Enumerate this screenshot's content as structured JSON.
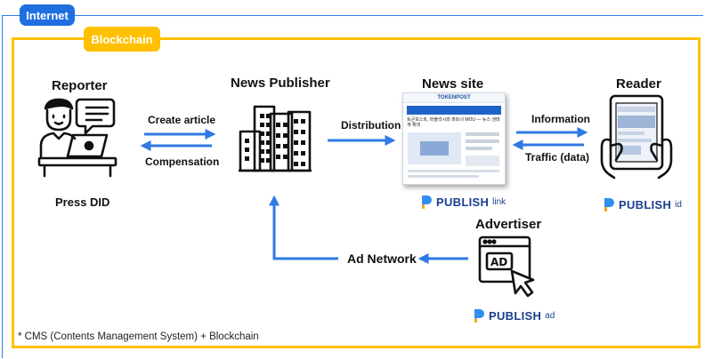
{
  "frames": {
    "internet": "Internet",
    "blockchain": "Blockchain"
  },
  "nodes": {
    "reporter": {
      "title": "Reporter",
      "caption": "Press DID"
    },
    "publisher": {
      "title": "News Publisher"
    },
    "site": {
      "title": "News site"
    },
    "reader": {
      "title": "Reader"
    },
    "advertiser": {
      "title": "Advertiser"
    }
  },
  "edges": {
    "create_article": "Create article",
    "compensation": "Compensation",
    "distribution": "Distribution",
    "information": "Information",
    "traffic": "Traffic (data)",
    "ad_network": "Ad Network"
  },
  "brands": {
    "link": {
      "main": "PUBLISH",
      "sub": "link"
    },
    "id": {
      "main": "PUBLISH",
      "sub": "id"
    },
    "ad": {
      "main": "PUBLISH",
      "sub": "ad"
    }
  },
  "screenshot": {
    "logo": "TOKENPOST",
    "headline": "토큰포스트, 퍼블리시와 파트너 MOU — 뉴스 생태계 확대"
  },
  "colors": {
    "internet": "#2b7de9",
    "blockchain": "#ffc000",
    "arrow": "#2f7ae5",
    "brand": "#1a3f8e",
    "brand_p": "#2f8ef0"
  },
  "footnote": "* CMS (Contents Management System) + Blockchain"
}
